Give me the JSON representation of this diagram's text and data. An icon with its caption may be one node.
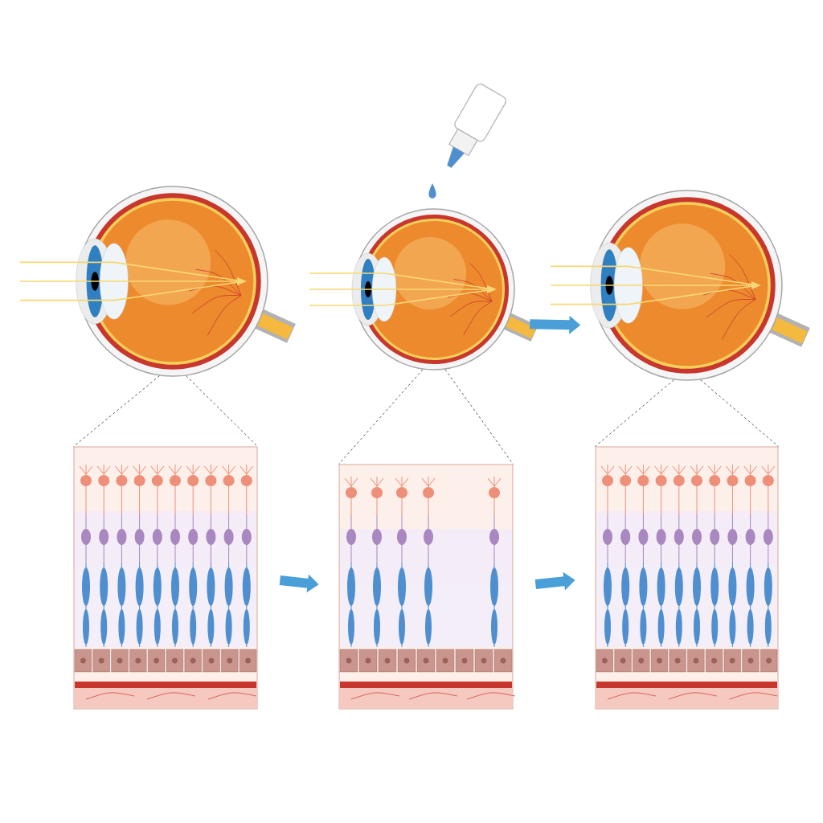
{
  "diagram": {
    "nodes": [
      {
        "text": [],
        "shape": "picture"
      },
      {
        "text": [],
        "shape": "picture"
      },
      {
        "text": [],
        "shape": "picture"
      },
      {
        "text": [],
        "shape": "picture"
      },
      {
        "text": [],
        "shape": "picture"
      },
      {
        "text": [],
        "shape": "picture"
      }
    ],
    "edges": [
      {
        "from": 0,
        "to": 3,
        "arrow": "none",
        "style": "dashed",
        "color": "#333333"
      },
      {
        "from": 1,
        "to": 4,
        "arrow": "none",
        "style": "dashed",
        "color": "#333333"
      },
      {
        "from": 2,
        "to": 5,
        "arrow": "none",
        "style": "dashed",
        "color": "#333333"
      },
      {
        "from": 1,
        "to": 2,
        "arrow": "to",
        "style": "thick",
        "color": "#4a9fd8"
      },
      {
        "from": 3,
        "to": 4,
        "arrow": "to",
        "style": "thick",
        "color": "#4a9fd8"
      },
      {
        "from": 4,
        "to": 5,
        "arrow": "to",
        "style": "thick",
        "color": "#4a9fd8"
      }
    ]
  }
}
